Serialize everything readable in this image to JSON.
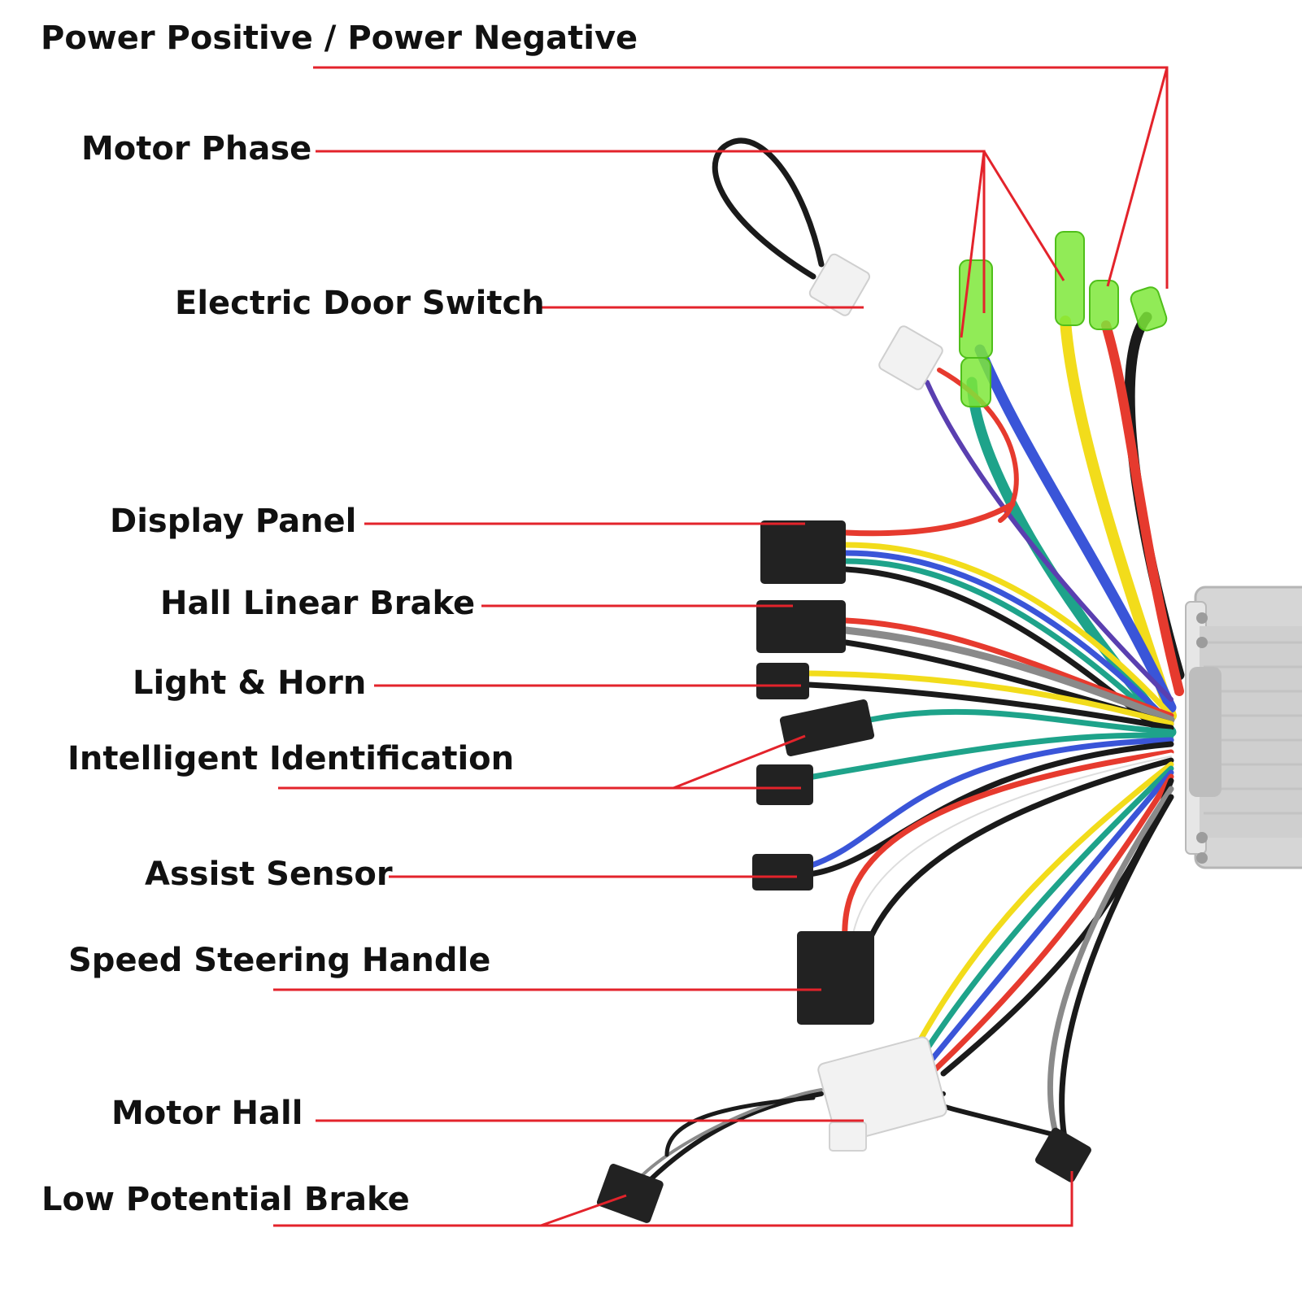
{
  "diagram": {
    "labels": [
      "Power Positive / Power Negative",
      "Motor Phase",
      "Electric Door Switch",
      "Display Panel",
      "Hall Linear Brake",
      "Light & Horn",
      "Intelligent Identification",
      "Assist Sensor",
      "Speed Steering Handle",
      "Motor Hall",
      "Low Potential Brake"
    ],
    "colors": {
      "leader_line": "#e3232b",
      "label_text": "#111111",
      "wire_red": "#e63a2e",
      "wire_yellow": "#f2dc1b",
      "wire_blue": "#3a55d8",
      "wire_green": "#1ea38a",
      "wire_black": "#1a1a1a",
      "wire_gray": "#8a8a8a",
      "wire_purple": "#5a3fb0",
      "sleeve_green": "#7ee83a",
      "connector_black": "#222222",
      "controller_silver": "#d9d9d9"
    }
  }
}
